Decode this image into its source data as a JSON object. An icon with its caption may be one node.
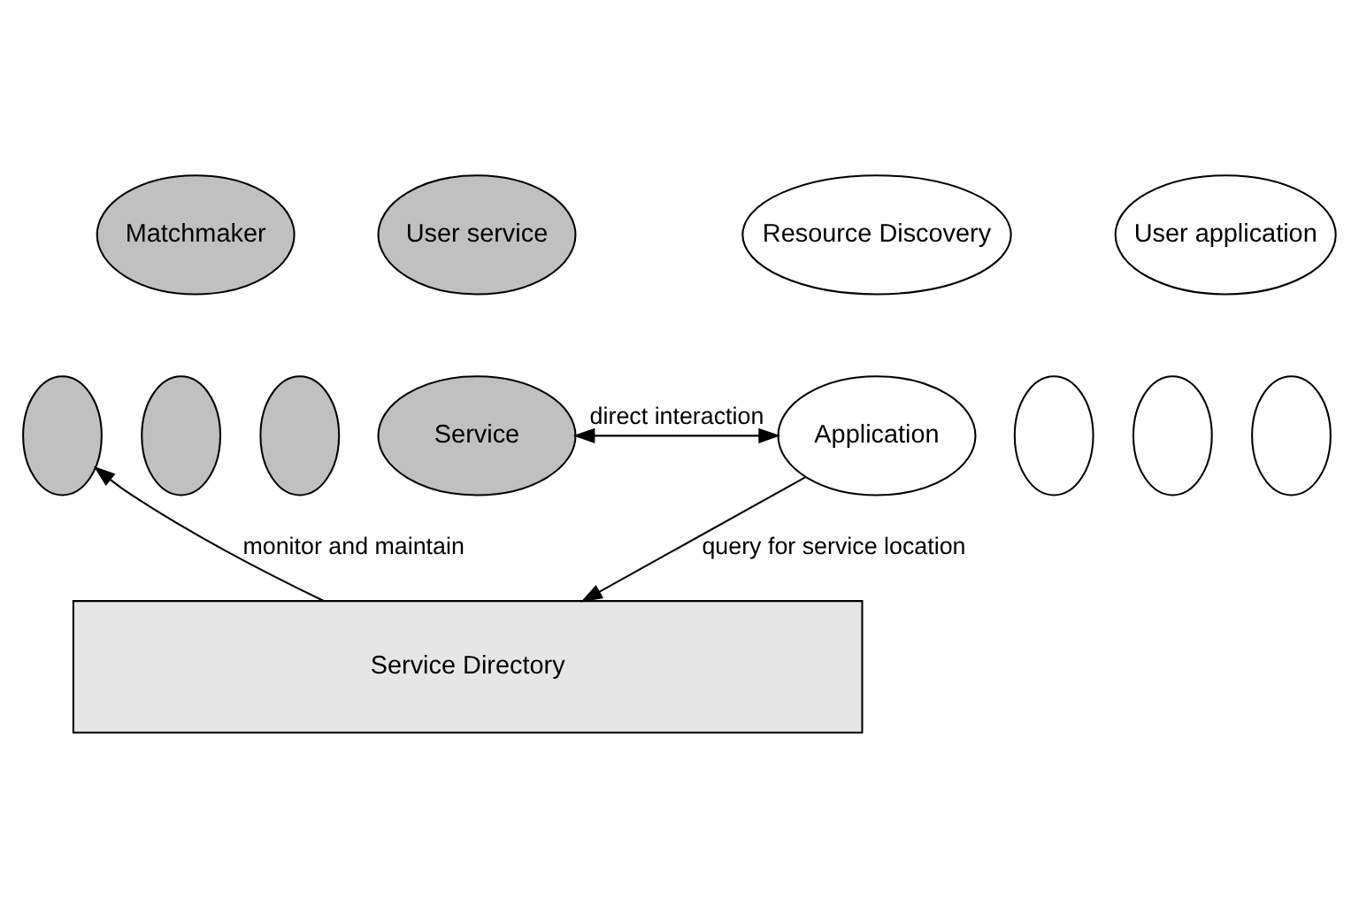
{
  "diagram": {
    "nodes": [
      {
        "text": [
          "Matchmaker"
        ]
      },
      {
        "text": [
          "User service"
        ]
      },
      {
        "text": [
          "Resource Discovery"
        ]
      },
      {
        "text": [
          "User application"
        ]
      },
      {
        "text": [
          "Service"
        ]
      },
      {
        "text": [],
        "shape": "ellipse"
      },
      {
        "text": [],
        "shape": "ellipse"
      },
      {
        "text": [],
        "shape": "ellipse"
      },
      {
        "text": [
          "Application"
        ]
      },
      {
        "text": [],
        "shape": "ellipse"
      },
      {
        "text": [],
        "shape": "ellipse"
      },
      {
        "text": [],
        "shape": "ellipse"
      },
      {
        "text": [
          "Service Directory"
        ]
      }
    ],
    "edges": [
      {
        "from": 4,
        "to": 8,
        "arrow": "both",
        "label": "direct interaction"
      },
      {
        "from": 12,
        "to": 5,
        "arrow": "to",
        "label": "monitor and maintain"
      },
      {
        "from": 8,
        "to": 12,
        "arrow": "to",
        "label": "query for service location"
      }
    ]
  }
}
